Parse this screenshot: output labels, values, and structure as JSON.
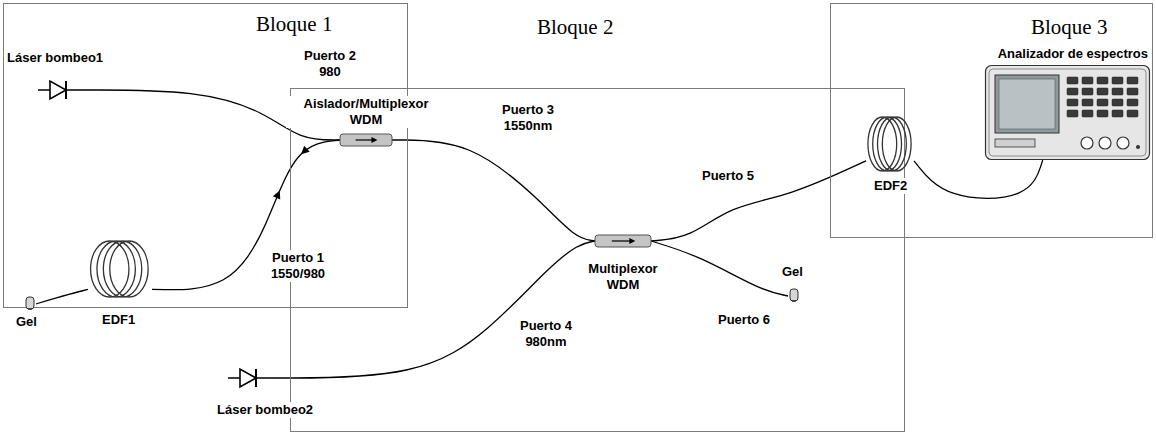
{
  "diagram": {
    "nodes": [
      {
        "text": [
          "Bloque 1"
        ]
      },
      {
        "text": [
          "Láser bombeo1"
        ],
        "in": 0
      },
      {
        "text": [
          "Aislador/Multiplexor WDM"
        ],
        "in": 0
      },
      {
        "text": [
          "EDF1"
        ],
        "in": 0
      },
      {
        "text": [
          "Gel"
        ]
      },
      {
        "text": [
          "Bloque 2"
        ]
      },
      {
        "text": [
          "Multiplexor WDM"
        ],
        "in": 5
      },
      {
        "text": [
          "Gel"
        ],
        "in": 5
      },
      {
        "text": [
          "Láser bombeo2"
        ]
      },
      {
        "text": [
          "EDF2"
        ]
      },
      {
        "text": [
          "Bloque 3"
        ]
      },
      {
        "text": [
          "Analizador de espectros"
        ],
        "in": 10
      }
    ],
    "edges": [
      {
        "from": 1,
        "to": 2,
        "arrow": "none"
      },
      {
        "from": 3,
        "to": 2,
        "arrow": "both"
      },
      {
        "from": 3,
        "to": 4,
        "arrow": "none"
      },
      {
        "from": 2,
        "to": 6,
        "arrow": "none"
      },
      {
        "from": 8,
        "to": 6,
        "arrow": "none"
      },
      {
        "from": 6,
        "to": 9,
        "arrow": "none"
      },
      {
        "from": 6,
        "to": 7,
        "arrow": "none"
      },
      {
        "from": 9,
        "to": 11,
        "arrow": "none"
      }
    ],
    "labels": [
      "Puerto 2 980",
      "Puerto 1 1550/980",
      "Puerto 3 1550nm",
      "Puerto 4 980nm",
      "Puerto 5",
      "Puerto 6"
    ]
  }
}
